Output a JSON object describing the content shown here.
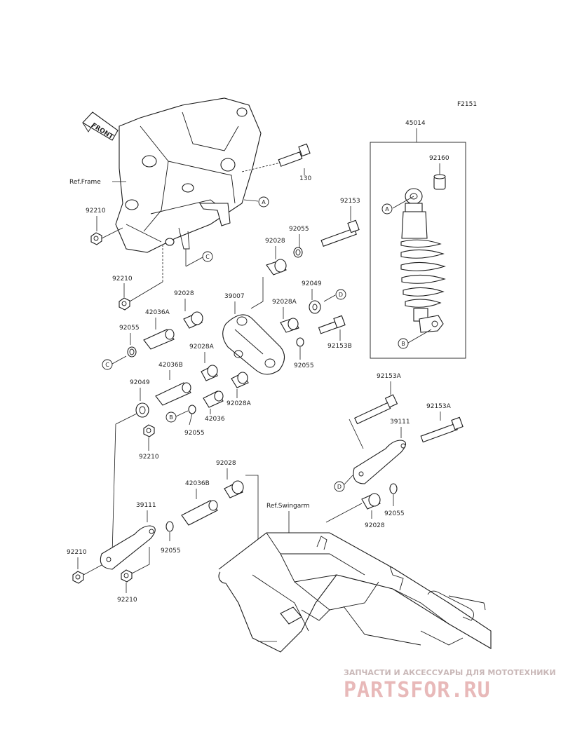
{
  "figure_code": "F2151",
  "ref_labels": {
    "frame": "Ref.Frame",
    "swingarm": "Ref.Swingarm",
    "front": "FRONT"
  },
  "parts": {
    "p45014": "45014",
    "p92160": "92160",
    "p130": "130",
    "p92153": "92153",
    "p92055_a": "92055",
    "p92028_a": "92028",
    "p92210_a": "92210",
    "p92210_b": "92210",
    "p92028_b": "92028",
    "p39007": "39007",
    "p92049_a": "92049",
    "p42036A": "42036A",
    "p92028A_a": "92028A",
    "p92055_b": "92055",
    "p92153B": "92153B",
    "p92055_c": "92055",
    "p92028A_b": "92028A",
    "p42036B_a": "42036B",
    "p92049_b": "92049",
    "p92028A_c": "92028A",
    "p42036": "42036",
    "p92055_d": "92055",
    "p92210_c": "92210",
    "p92153A_a": "92153A",
    "p92153A_b": "92153A",
    "p39111_a": "39111",
    "p92028_c": "92028",
    "p42036B_b": "42036B",
    "p39111_b": "39111",
    "p92055_e": "92055",
    "p92055_f": "92055",
    "p92028_d": "92028",
    "p92210_d": "92210",
    "p92210_e": "92210"
  },
  "callouts": {
    "A": "A",
    "B": "B",
    "C": "C",
    "D": "D"
  },
  "watermark": {
    "top": "ЗАПЧАСТИ И АКСЕССУАРЫ ДЛЯ МОТОТЕХНИКИ",
    "main": "PARTSFOR.RU"
  }
}
